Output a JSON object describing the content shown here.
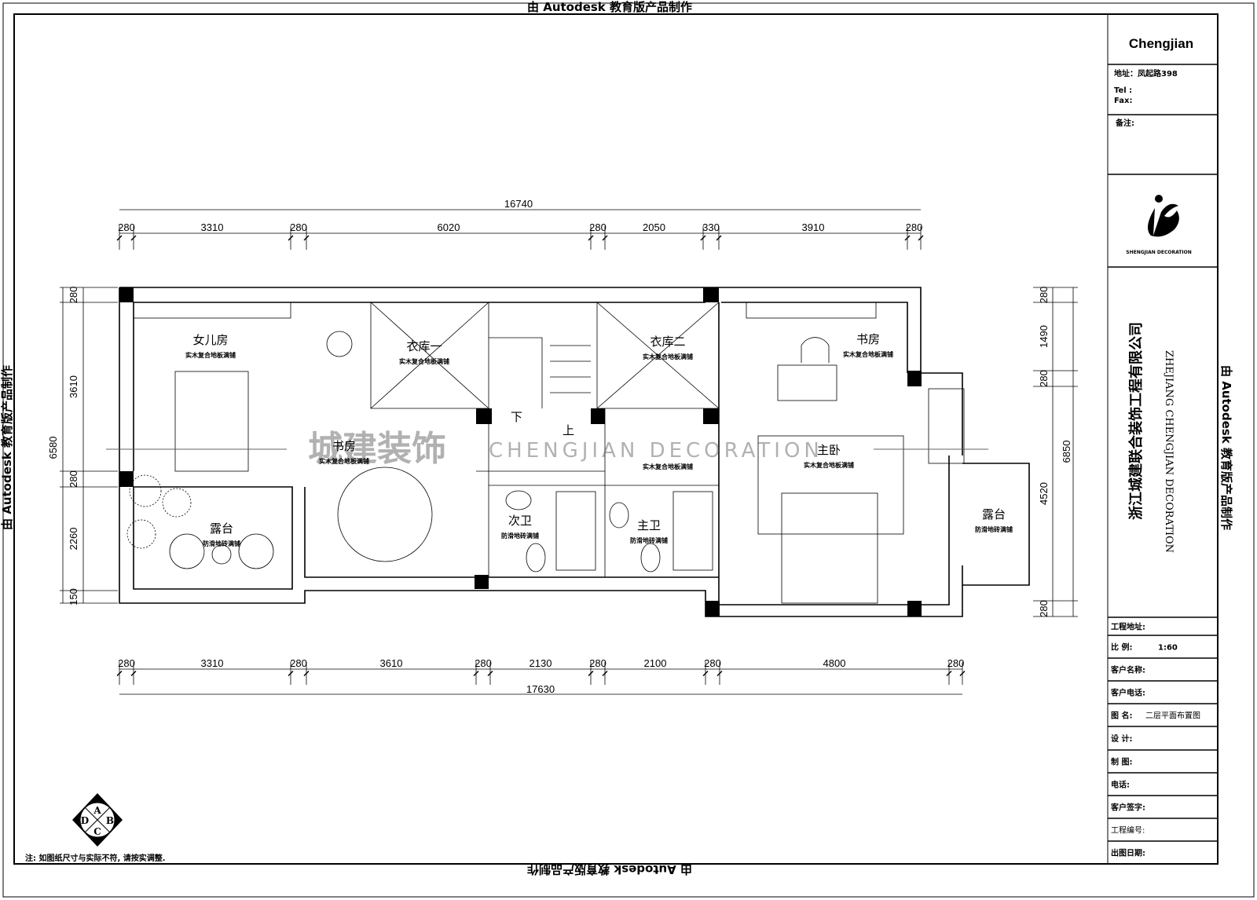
{
  "watermark": "由 Autodesk 教育版产品制作",
  "title_block": {
    "brand": "Chengjian",
    "address": "地址：凤起路398",
    "tel": "Tel :",
    "fax": "Fax:",
    "remarks": "备注:",
    "logo_caption": "SHENGJIAN DECORATION",
    "company_cn": "浙江城建联合装饰工程有限公司",
    "company_en": "ZHEJIANG CHENGJIAN DECORATION",
    "rows": [
      {
        "label": "工程地址:",
        "value": ""
      },
      {
        "label": "比 例:",
        "value": "1:60"
      },
      {
        "label": "客户名称:",
        "value": ""
      },
      {
        "label": "客户电话:",
        "value": ""
      },
      {
        "label": "图 名:",
        "value": "二层平面布置图"
      },
      {
        "label": "设 计:",
        "value": ""
      },
      {
        "label": "制 图:",
        "value": ""
      },
      {
        "label": "电话:",
        "value": ""
      },
      {
        "label": "客户签字:",
        "value": ""
      },
      {
        "label": "工程编号:",
        "value": ""
      },
      {
        "label": "出图日期:",
        "value": ""
      }
    ]
  },
  "dimensions": {
    "top_total": "16740",
    "top": [
      "280",
      "3310",
      "280",
      "6020",
      "280",
      "2050",
      "330",
      "3910",
      "280"
    ],
    "bottom": [
      "280",
      "3310",
      "280",
      "3610",
      "280",
      "2130",
      "280",
      "2100",
      "280",
      "4800",
      "280"
    ],
    "bottom_total": "17630",
    "left_total": "6580",
    "left": [
      "280",
      "3610",
      "280",
      "2260",
      "150"
    ],
    "right_total": "6850",
    "right": [
      "280",
      "1490",
      "280",
      "4520",
      "280"
    ]
  },
  "rooms": [
    {
      "name": "女儿房",
      "floor": "实木复合地板满铺"
    },
    {
      "name": "衣库一",
      "floor": "实木复合地板满铺"
    },
    {
      "name": "衣库二",
      "floor": "实木复合地板满铺"
    },
    {
      "name": "书房",
      "floor": "实木复合地板满铺"
    },
    {
      "name": "书房",
      "floor": "实木复合地板满铺"
    },
    {
      "name": "露台",
      "floor": "防滑地砖满铺"
    },
    {
      "name": "次卫",
      "floor": "防滑地砖满铺"
    },
    {
      "name": "主卫",
      "floor": "防滑地砖满铺"
    },
    {
      "name": "主卧",
      "floor": "实木复合地板满铺"
    },
    {
      "name": "露台",
      "floor": "防滑地砖满铺"
    },
    {
      "name": "",
      "floor": "实木复合地板满铺"
    }
  ],
  "stairs": {
    "down": "下",
    "up": "上"
  },
  "overlay_watermark": {
    "cn": "城建装饰",
    "en": "CHENGJIAN DECORATION"
  },
  "compass": {
    "a": "A",
    "b": "B",
    "c": "C",
    "d": "D"
  },
  "note": "注: 如图纸尺寸与实际不符, 请按实调整."
}
